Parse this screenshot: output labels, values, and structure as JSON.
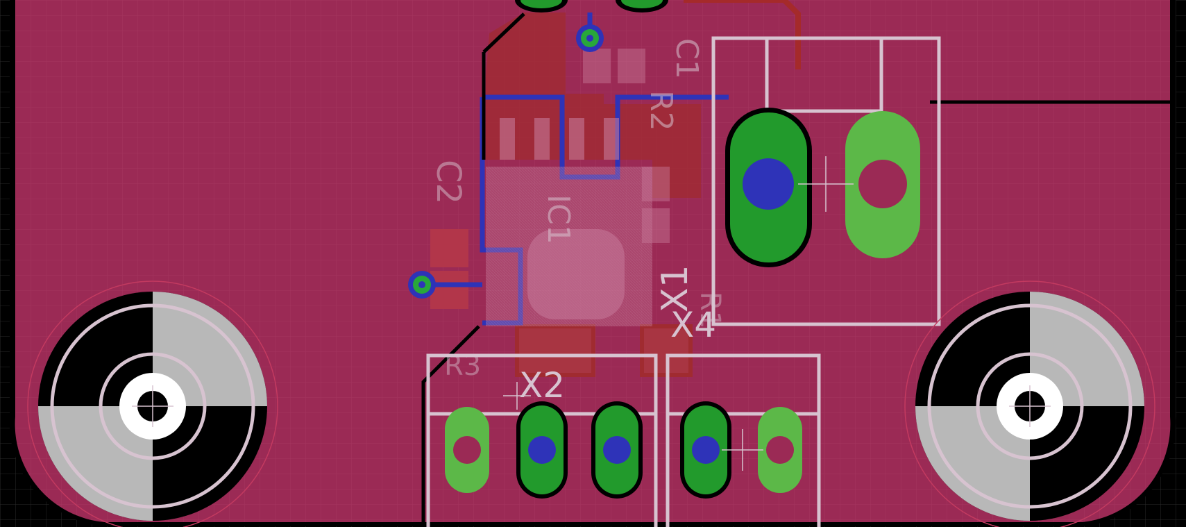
{
  "view": {
    "colors": {
      "background": "#000000",
      "board": "#9B2A55",
      "top_copper": "#A52A2A",
      "bottom_copper": "#2E33B8",
      "pad_green": "#229A2C",
      "pad_light_green": "#5CB848",
      "silkscreen": "#D7C3D0",
      "via_ring": "#28A83A"
    }
  },
  "board": {
    "labels": {
      "ic1": "IC1",
      "c2": "C2",
      "c1": "C1",
      "r2": "R2",
      "r1": "R1",
      "x1": "X1",
      "x2": "X2",
      "x4": "X4",
      "r3": "R3"
    }
  }
}
